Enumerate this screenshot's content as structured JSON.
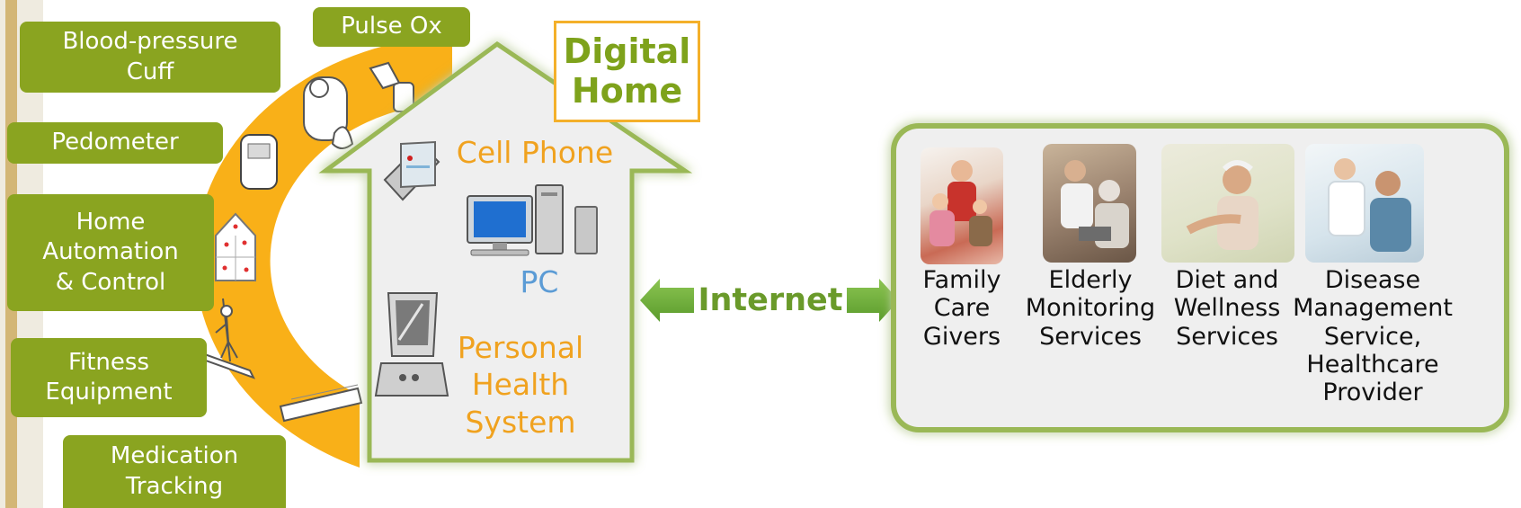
{
  "devices": {
    "blood_pressure_cuff": "Blood-pressure\nCuff",
    "pulse_ox": "Pulse Ox",
    "pedometer": "Pedometer",
    "home_automation": "Home\nAutomation\n& Control",
    "fitness_equipment": "Fitness\nEquipment",
    "medication_tracking": "Medication\nTracking"
  },
  "house": {
    "title": "Digital\nHome",
    "cell_phone": "Cell Phone",
    "pc": "PC",
    "personal_health_system": "Personal\nHealth\nSystem"
  },
  "connector": {
    "label": "Internet"
  },
  "services": [
    {
      "label": "Family\nCare\nGivers"
    },
    {
      "label": "Elderly\nMonitoring\nServices"
    },
    {
      "label": "Diet and\nWellness\nServices"
    },
    {
      "label": "Disease\nManagement\nService,\nHealthcare\nProvider"
    }
  ],
  "colors": {
    "device_green": "#8aa420",
    "ring_orange": "#f9b018",
    "house_green": "#9ab856",
    "house_fill": "#efefef",
    "arrow_green": "#6fb13a",
    "orange_text": "#f0a21f",
    "pc_blue": "#5b9bd5"
  }
}
